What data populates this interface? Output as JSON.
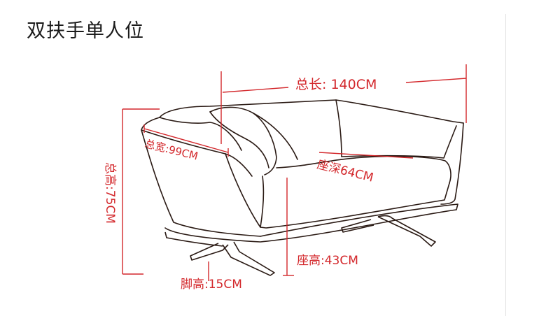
{
  "title": "双扶手单人位",
  "colors": {
    "dimension": "#d3272b",
    "outline": "#2a1a14",
    "title": "#1a1a1a"
  },
  "labels": {
    "total_length": "总长: 140CM",
    "total_width": "总宽:99CM",
    "seat_depth": "座深64CM",
    "total_height": "总高:75CM",
    "seat_height": "座高:43CM",
    "leg_height": "脚高:15CM"
  }
}
